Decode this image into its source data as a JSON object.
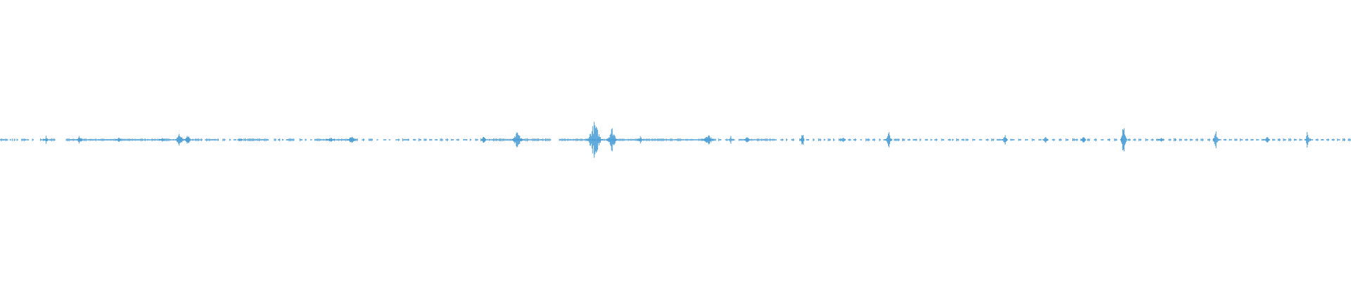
{
  "waveform": {
    "color": "#4d9fd6",
    "background": "#ffffff",
    "segments": [
      [
        0.0,
        0.006
      ],
      [
        0.0075,
        0.0082
      ],
      [
        0.009,
        0.0095
      ],
      [
        0.0105,
        0.0115
      ],
      [
        0.0125,
        0.0135
      ],
      [
        0.016,
        0.02
      ],
      [
        0.0205,
        0.0215
      ],
      [
        0.024,
        0.025
      ],
      [
        0.03,
        0.041
      ],
      [
        0.049,
        0.15
      ],
      [
        0.152,
        0.162
      ],
      [
        0.165,
        0.167
      ],
      [
        0.17,
        0.171
      ],
      [
        0.173,
        0.175
      ],
      [
        0.177,
        0.179
      ],
      [
        0.1805,
        0.199
      ],
      [
        0.203,
        0.2045
      ],
      [
        0.206,
        0.2075
      ],
      [
        0.209,
        0.21
      ],
      [
        0.212,
        0.218
      ],
      [
        0.222,
        0.224
      ],
      [
        0.226,
        0.227
      ],
      [
        0.23,
        0.231
      ],
      [
        0.233,
        0.265
      ],
      [
        0.268,
        0.27
      ],
      [
        0.273,
        0.276
      ],
      [
        0.279,
        0.28
      ],
      [
        0.284,
        0.286
      ],
      [
        0.288,
        0.289
      ],
      [
        0.293,
        0.296
      ],
      [
        0.298,
        0.303
      ],
      [
        0.306,
        0.308
      ],
      [
        0.31,
        0.312
      ],
      [
        0.314,
        0.316
      ],
      [
        0.318,
        0.32
      ],
      [
        0.322,
        0.324
      ],
      [
        0.326,
        0.328
      ],
      [
        0.33,
        0.332
      ],
      [
        0.334,
        0.336
      ],
      [
        0.338,
        0.34
      ],
      [
        0.343,
        0.346
      ],
      [
        0.348,
        0.349
      ],
      [
        0.352,
        0.354
      ],
      [
        0.356,
        0.408
      ],
      [
        0.414,
        0.53
      ],
      [
        0.532,
        0.534
      ],
      [
        0.537,
        0.539
      ],
      [
        0.542,
        0.544
      ],
      [
        0.547,
        0.575
      ],
      [
        0.578,
        0.58
      ],
      [
        0.582,
        0.583
      ],
      [
        0.586,
        0.588
      ],
      [
        0.592,
        0.595
      ],
      [
        0.597,
        0.599
      ],
      [
        0.602,
        0.603
      ],
      [
        0.606,
        0.608
      ],
      [
        0.61,
        0.611
      ],
      [
        0.613,
        0.615
      ],
      [
        0.617,
        0.618
      ],
      [
        0.621,
        0.623
      ],
      [
        0.625,
        0.626
      ],
      [
        0.628,
        0.63
      ],
      [
        0.632,
        0.634
      ],
      [
        0.637,
        0.638
      ],
      [
        0.641,
        0.644
      ],
      [
        0.646,
        0.648
      ],
      [
        0.651,
        0.652
      ],
      [
        0.654,
        0.656
      ],
      [
        0.658,
        0.66
      ],
      [
        0.662,
        0.666
      ],
      [
        0.668,
        0.67
      ],
      [
        0.672,
        0.674
      ],
      [
        0.676,
        0.679
      ],
      [
        0.681,
        0.682
      ],
      [
        0.685,
        0.687
      ],
      [
        0.689,
        0.69
      ],
      [
        0.692,
        0.694
      ],
      [
        0.697,
        0.699
      ],
      [
        0.702,
        0.704
      ],
      [
        0.705,
        0.706
      ],
      [
        0.708,
        0.71
      ],
      [
        0.712,
        0.714
      ],
      [
        0.715,
        0.717
      ],
      [
        0.72,
        0.722
      ],
      [
        0.725,
        0.727
      ],
      [
        0.73,
        0.732
      ],
      [
        0.734,
        0.736
      ],
      [
        0.738,
        0.742
      ],
      [
        0.744,
        0.746
      ],
      [
        0.748,
        0.751
      ],
      [
        0.754,
        0.756
      ],
      [
        0.759,
        0.761
      ],
      [
        0.764,
        0.766
      ],
      [
        0.769,
        0.771
      ],
      [
        0.774,
        0.776
      ],
      [
        0.779,
        0.781
      ],
      [
        0.784,
        0.786
      ],
      [
        0.789,
        0.791
      ],
      [
        0.794,
        0.798
      ],
      [
        0.8,
        0.802
      ],
      [
        0.805,
        0.807
      ],
      [
        0.81,
        0.812
      ],
      [
        0.815,
        0.817
      ],
      [
        0.82,
        0.822
      ],
      [
        0.825,
        0.827
      ],
      [
        0.83,
        0.832
      ],
      [
        0.835,
        0.837
      ],
      [
        0.839,
        0.841
      ],
      [
        0.843,
        0.845
      ],
      [
        0.848,
        0.85
      ],
      [
        0.852,
        0.854
      ],
      [
        0.856,
        0.858
      ],
      [
        0.86,
        0.862
      ],
      [
        0.865,
        0.867
      ],
      [
        0.869,
        0.871
      ],
      [
        0.873,
        0.875
      ],
      [
        0.877,
        0.879
      ],
      [
        0.881,
        0.883
      ],
      [
        0.885,
        0.887
      ],
      [
        0.889,
        0.891
      ],
      [
        0.894,
        0.896
      ],
      [
        0.898,
        0.9
      ],
      [
        0.902,
        0.904
      ],
      [
        0.906,
        0.908
      ],
      [
        0.91,
        0.912
      ],
      [
        0.914,
        0.916
      ],
      [
        0.918,
        0.92
      ],
      [
        0.922,
        0.924
      ],
      [
        0.926,
        0.928
      ],
      [
        0.93,
        0.932
      ],
      [
        0.934,
        0.936
      ],
      [
        0.938,
        0.94
      ],
      [
        0.942,
        0.944
      ],
      [
        0.946,
        0.948
      ],
      [
        0.95,
        0.952
      ],
      [
        0.954,
        0.956
      ],
      [
        0.958,
        0.96
      ],
      [
        0.962,
        0.964
      ],
      [
        0.966,
        0.968
      ],
      [
        0.97,
        0.972
      ],
      [
        0.974,
        0.976
      ],
      [
        0.978,
        0.98
      ],
      [
        0.982,
        0.984
      ],
      [
        0.986,
        0.988
      ],
      [
        0.99,
        0.992
      ],
      [
        0.994,
        0.996
      ],
      [
        0.998,
        1.0
      ]
    ],
    "bursts": [
      {
        "at": 0.034,
        "amp": 0.22,
        "width": 0.003
      },
      {
        "at": 0.059,
        "amp": 0.3,
        "width": 0.004
      },
      {
        "at": 0.088,
        "amp": 0.15,
        "width": 0.004
      },
      {
        "at": 0.12,
        "amp": 0.1,
        "width": 0.004
      },
      {
        "at": 0.133,
        "amp": 0.45,
        "width": 0.006
      },
      {
        "at": 0.139,
        "amp": 0.4,
        "width": 0.004
      },
      {
        "at": 0.178,
        "amp": 0.12,
        "width": 0.004
      },
      {
        "at": 0.245,
        "amp": 0.14,
        "width": 0.006
      },
      {
        "at": 0.26,
        "amp": 0.25,
        "width": 0.006
      },
      {
        "at": 0.358,
        "amp": 0.25,
        "width": 0.004
      },
      {
        "at": 0.383,
        "amp": 0.45,
        "width": 0.008
      },
      {
        "at": 0.44,
        "amp": 1.0,
        "width": 0.012
      },
      {
        "at": 0.453,
        "amp": 0.7,
        "width": 0.008
      },
      {
        "at": 0.474,
        "amp": 0.2,
        "width": 0.004
      },
      {
        "at": 0.524,
        "amp": 0.4,
        "width": 0.008
      },
      {
        "at": 0.541,
        "amp": 0.22,
        "width": 0.003
      },
      {
        "at": 0.553,
        "amp": 0.35,
        "width": 0.004
      },
      {
        "at": 0.594,
        "amp": 0.5,
        "width": 0.003
      },
      {
        "at": 0.624,
        "amp": 0.2,
        "width": 0.004
      },
      {
        "at": 0.658,
        "amp": 0.45,
        "width": 0.005
      },
      {
        "at": 0.744,
        "amp": 0.3,
        "width": 0.004
      },
      {
        "at": 0.774,
        "amp": 0.25,
        "width": 0.004
      },
      {
        "at": 0.802,
        "amp": 0.2,
        "width": 0.004
      },
      {
        "at": 0.832,
        "amp": 1.05,
        "width": 0.005
      },
      {
        "at": 0.859,
        "amp": 0.18,
        "width": 0.004
      },
      {
        "at": 0.9,
        "amp": 0.6,
        "width": 0.004
      },
      {
        "at": 0.938,
        "amp": 0.22,
        "width": 0.004
      },
      {
        "at": 0.968,
        "amp": 0.55,
        "width": 0.004
      }
    ]
  }
}
